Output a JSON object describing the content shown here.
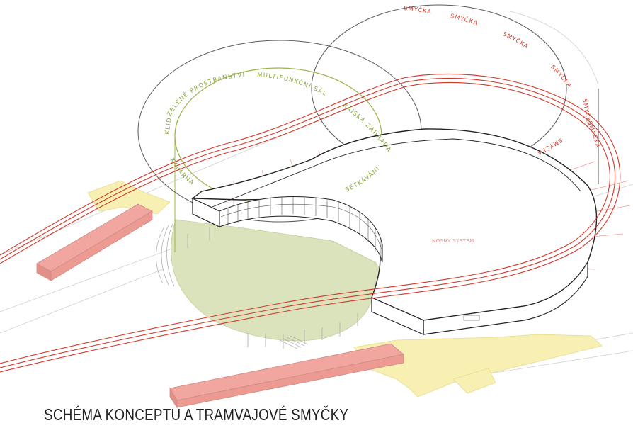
{
  "title": "SCHÉMA KONCEPTU A TRAMVAJOVÉ SMYČKY",
  "loop_label": "SMYČKA",
  "loop_label_count": 7,
  "program_labels": {
    "klid": "KLID",
    "zelene": "ZELENÉ PROSTRANSTVÍ",
    "multifunkcni": "MULTIFUNKČNÍ SÁL",
    "rajska": "RAJSKÁ ZAHRADA",
    "setkavani": "SETKÁVÁNÍ",
    "kavarna": "KAVÁRNA"
  },
  "structure_label": "NOSNÝ SYSTÉM",
  "colors": {
    "tram": "#d2372a",
    "program": "#9bb54a",
    "courtyard": "#dbe3bc",
    "building_pink": "#f1a7a0",
    "paving_yellow": "#f8efb3",
    "structure": "#ee9a93",
    "outline": "#222222"
  }
}
